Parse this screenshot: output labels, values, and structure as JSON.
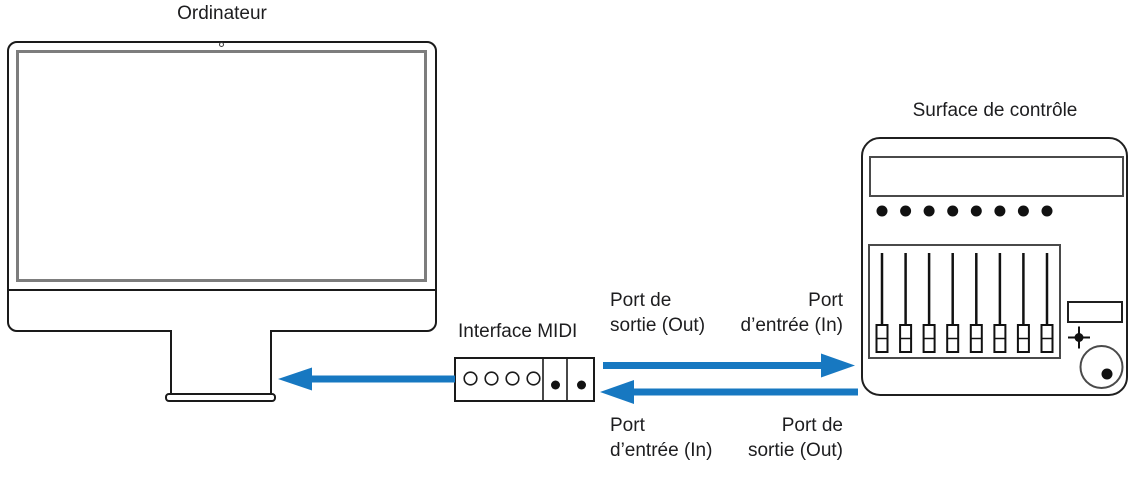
{
  "labels": {
    "computer": "Ordinateur",
    "midi_interface": "Interface MIDI",
    "control_surface": "Surface de contrôle"
  },
  "ports": {
    "top_out": {
      "line1": "Port de",
      "line2": "sortie (Out)"
    },
    "top_in": {
      "line1": "Port",
      "line2": "d’entrée (In)"
    },
    "bottom_in": {
      "line1": "Port",
      "line2": "d’entrée (In)"
    },
    "bottom_out": {
      "line1": "Port de",
      "line2": "sortie (Out)"
    }
  },
  "colors": {
    "arrow_blue": "#1778C1"
  }
}
